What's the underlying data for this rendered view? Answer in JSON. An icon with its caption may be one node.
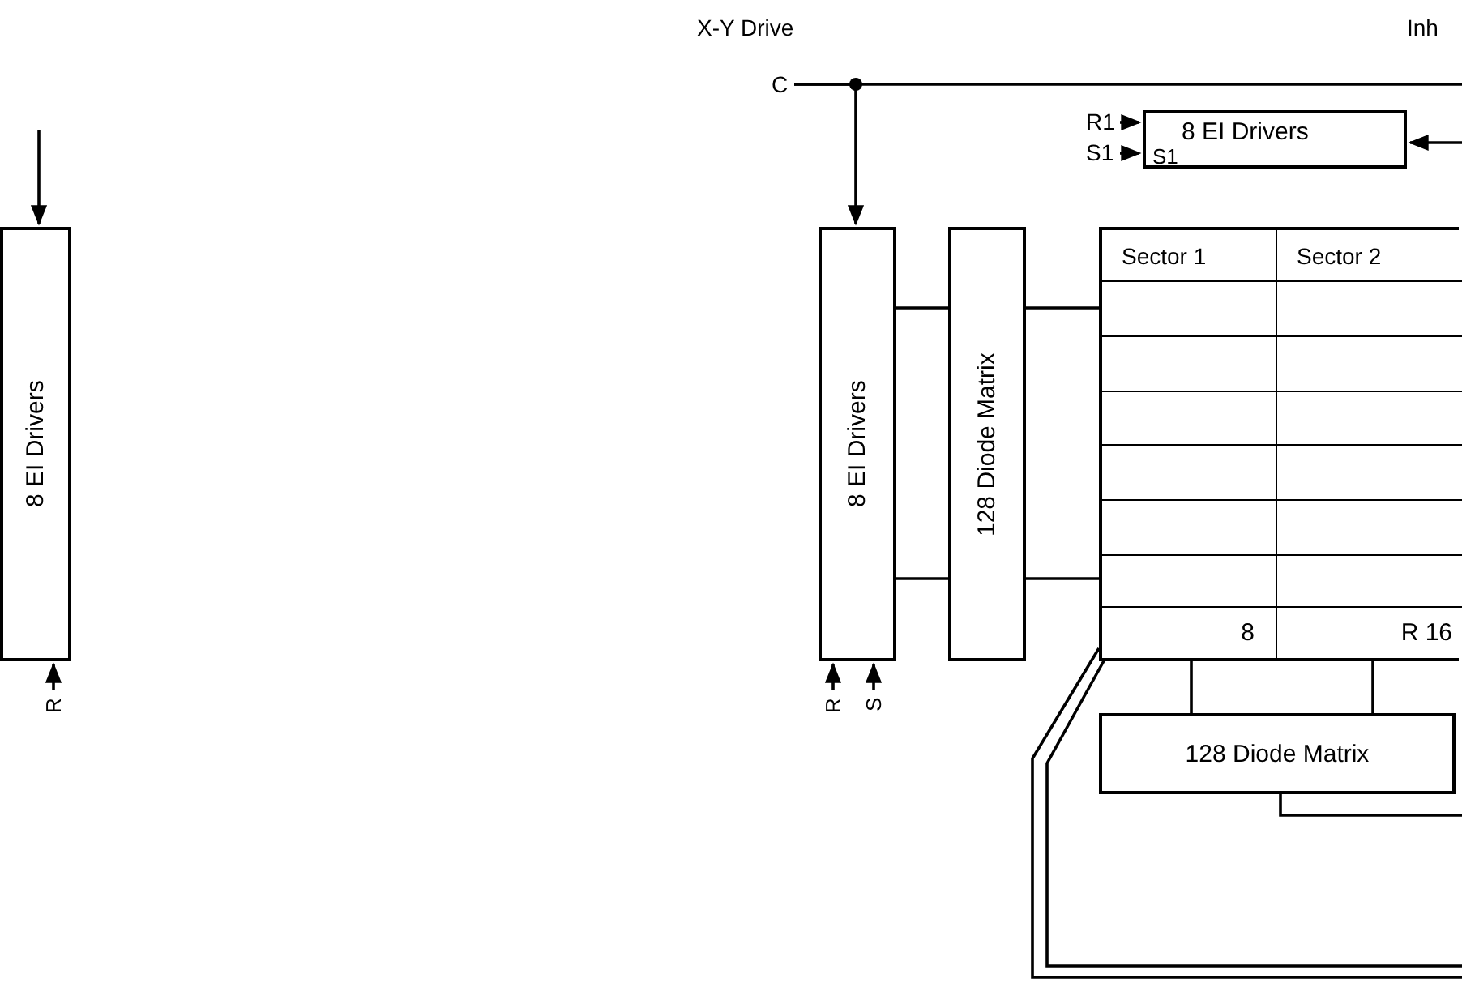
{
  "diagram": {
    "nodes": [
      {
        "text": [
          "8 EI Drivers"
        ]
      },
      {
        "text": [
          "R"
        ]
      },
      {
        "text": [
          "C"
        ]
      },
      {
        "text": [
          "8 EI Drivers"
        ]
      },
      {
        "text": [
          "R"
        ]
      },
      {
        "text": [
          "S"
        ]
      },
      {
        "text": [
          "128 Diode Matrix"
        ]
      },
      {
        "text": [
          "R1"
        ]
      },
      {
        "text": [
          "S1"
        ]
      },
      {
        "text": [
          "8 EI Drivers",
          "S1"
        ]
      },
      {
        "text": [
          "Sector 1",
          "Sector 2",
          "8",
          "R 16"
        ]
      },
      {
        "text": [
          "128 Diode Matrix"
        ]
      }
    ],
    "edges": [
      {
        "from": null,
        "to": 0,
        "arrow": "to"
      },
      {
        "from": 1,
        "to": 0,
        "arrow": "to"
      },
      {
        "from": 2,
        "to": 3,
        "arrow": "to"
      },
      {
        "from": 2,
        "to": null,
        "arrow": "none"
      },
      {
        "from": 4,
        "to": 3,
        "arrow": "to"
      },
      {
        "from": 5,
        "to": 3,
        "arrow": "to"
      },
      {
        "from": 3,
        "to": 6,
        "arrow": "none"
      },
      {
        "from": 3,
        "to": 6,
        "arrow": "none"
      },
      {
        "from": 6,
        "to": 10,
        "arrow": "none"
      },
      {
        "from": 6,
        "to": 10,
        "arrow": "none"
      },
      {
        "from": 7,
        "to": 9,
        "arrow": "to"
      },
      {
        "from": 8,
        "to": 9,
        "arrow": "to"
      },
      {
        "from": null,
        "to": 9,
        "arrow": "to"
      },
      {
        "from": 10,
        "to": 11,
        "arrow": "none"
      },
      {
        "from": 10,
        "to": 11,
        "arrow": "none"
      },
      {
        "from": 11,
        "to": null,
        "arrow": "none"
      },
      {
        "from": 10,
        "to": null,
        "arrow": "none"
      },
      {
        "from": 10,
        "to": null,
        "arrow": "none"
      }
    ],
    "labels": [
      "X-Y Drive",
      "Inh"
    ]
  }
}
